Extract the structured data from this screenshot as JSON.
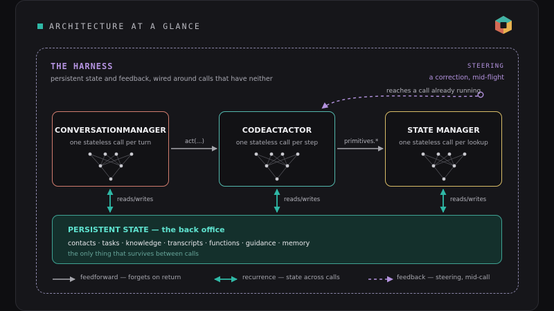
{
  "header": {
    "title": "ARCHITECTURE AT A GLANCE"
  },
  "harness": {
    "title": "THE HARNESS",
    "subtitle": "persistent state and feedback, wired around calls that have neither"
  },
  "steering": {
    "title": "STEERING",
    "subtitle": "a correction, mid-flight",
    "note": "reaches a call already running"
  },
  "boxes": [
    {
      "title": "CONVERSATIONMANAGER",
      "subtitle": "one stateless call per turn",
      "color": "#d07c6e"
    },
    {
      "title": "CODEACTACTOR",
      "subtitle": "one stateless call per step",
      "color": "#53b8ad"
    },
    {
      "title": "STATE MANAGER",
      "subtitle": "one stateless call per lookup",
      "color": "#d9bd68"
    }
  ],
  "edges": {
    "act": "act(...)",
    "primitives": "primitives.*",
    "reads_writes": "reads/writes"
  },
  "persistent_state": {
    "title": "PERSISTENT STATE — the back office",
    "items": "contacts · tasks · knowledge · transcripts · functions · guidance · memory",
    "note": "the only thing that survives between calls"
  },
  "legend": {
    "feedforward": "feedforward — forgets on return",
    "recurrence": "recurrence — state across calls",
    "feedback": "feedback — steering, mid-call"
  },
  "colors": {
    "teal": "#2fb8a6",
    "purple": "#b493e0",
    "gray_arrow": "#a6a6ad"
  }
}
